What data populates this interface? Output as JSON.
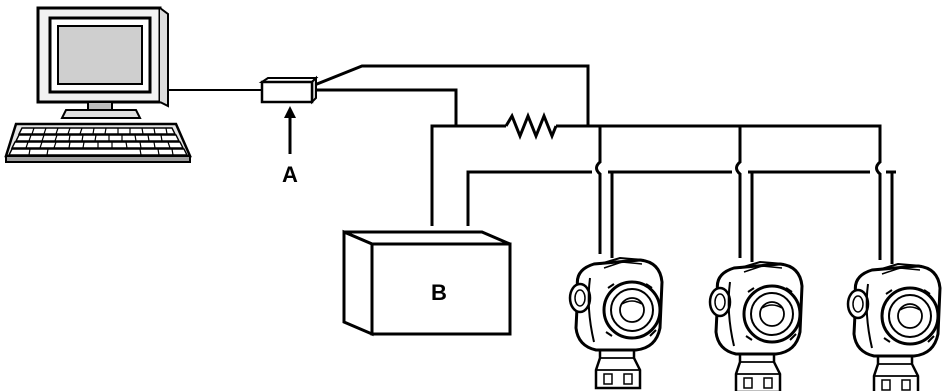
{
  "labels": {
    "a": "A",
    "b": "B"
  },
  "components": {
    "computer": "computer-workstation-icon",
    "modem": "hart-modem-icon",
    "resistor": "resistor-symbol",
    "power_supply": "power-supply-box",
    "transmitters": [
      "pressure-transmitter-icon",
      "pressure-transmitter-icon",
      "pressure-transmitter-icon"
    ]
  },
  "colors": {
    "line": "#000000",
    "fill": "#ffffff",
    "screen": "#cfcfcf"
  }
}
